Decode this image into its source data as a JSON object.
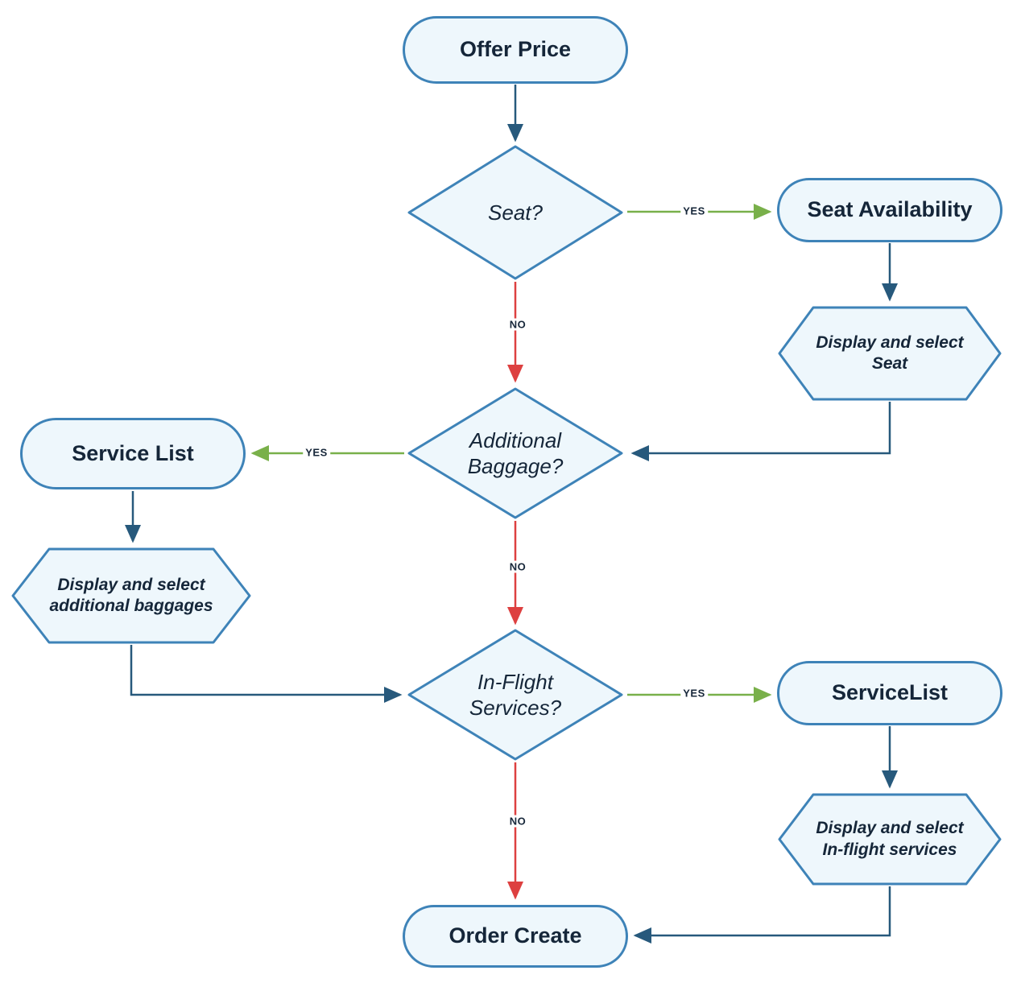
{
  "diagram": {
    "nodes": {
      "offer_price": {
        "label": "Offer Price"
      },
      "seat_decision": {
        "label": "Seat?"
      },
      "seat_availability": {
        "label": "Seat Availability"
      },
      "display_seat": {
        "label": "Display and select\nSeat"
      },
      "additional_baggage": {
        "label": "Additional\nBaggage?"
      },
      "service_list": {
        "label": "Service List"
      },
      "display_baggages": {
        "label": "Display and select\nadditional baggages"
      },
      "inflight_decision": {
        "label": "In-Flight\nServices?"
      },
      "servicelist_node": {
        "label": "ServiceList"
      },
      "display_inflight": {
        "label": "Display and select\nIn-flight services"
      },
      "order_create": {
        "label": "Order Create"
      }
    },
    "edge_labels": {
      "seat_yes": "YES",
      "seat_no": "NO",
      "baggage_yes": "YES",
      "baggage_no": "NO",
      "inflight_yes": "YES",
      "inflight_no": "NO"
    },
    "colors": {
      "shape_fill": "#eef7fc",
      "shape_border": "#3e83b8",
      "text": "#152639",
      "flow_arrow": "#27597c",
      "yes_arrow": "#79b04a",
      "no_arrow": "#dd4040"
    }
  }
}
